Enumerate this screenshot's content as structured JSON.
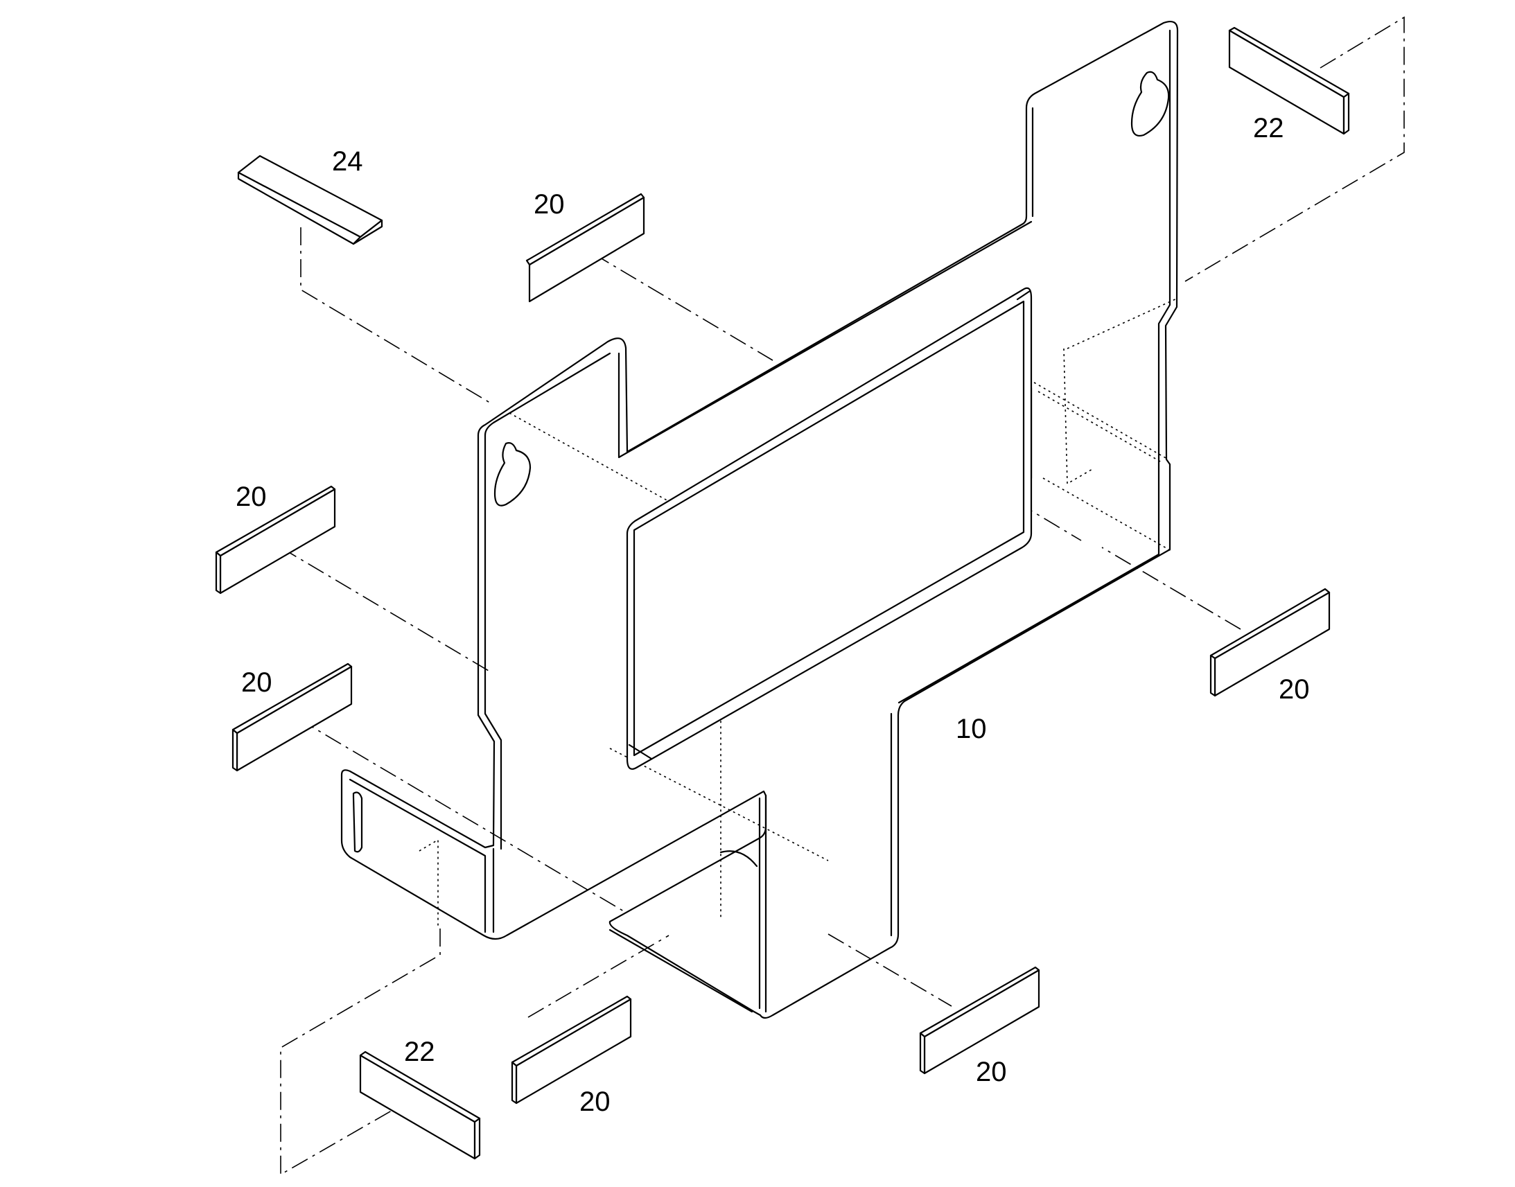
{
  "labels": {
    "pad_24": "24",
    "pad_20_top": "20",
    "pad_22_top": "22",
    "pad_20_left_upper": "20",
    "pad_20_left_lower": "20",
    "pad_20_right": "20",
    "bracket_10": "10",
    "pad_22_bottom": "22",
    "pad_20_bottom_mid": "20",
    "pad_20_bottom_right": "20"
  },
  "colors": {
    "line": "#000000",
    "background": "#ffffff"
  }
}
